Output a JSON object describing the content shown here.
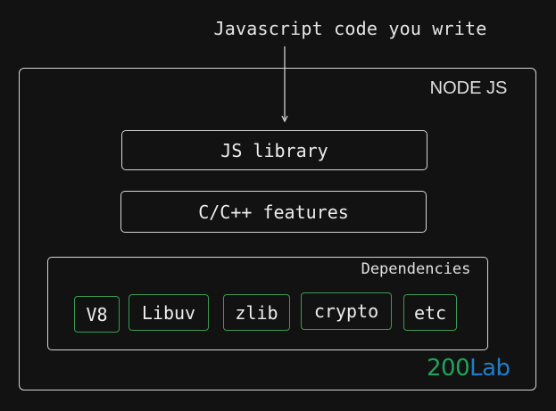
{
  "top_label": "Javascript code you write",
  "node": {
    "label": "NODE JS"
  },
  "layers": {
    "js_library": "JS library",
    "cpp_features": "C/C++ features"
  },
  "dependencies": {
    "label": "Dependencies",
    "items": [
      "V8",
      "Libuv",
      "zlib",
      "crypto",
      "etc"
    ]
  },
  "brand": {
    "number": "200",
    "name": "Lab"
  },
  "colors": {
    "background": "#121212",
    "outline": "#d6d6d6",
    "dependency_border": "#3c9a52",
    "brand_green": "#1fa35b",
    "brand_blue": "#1f7dc8"
  }
}
